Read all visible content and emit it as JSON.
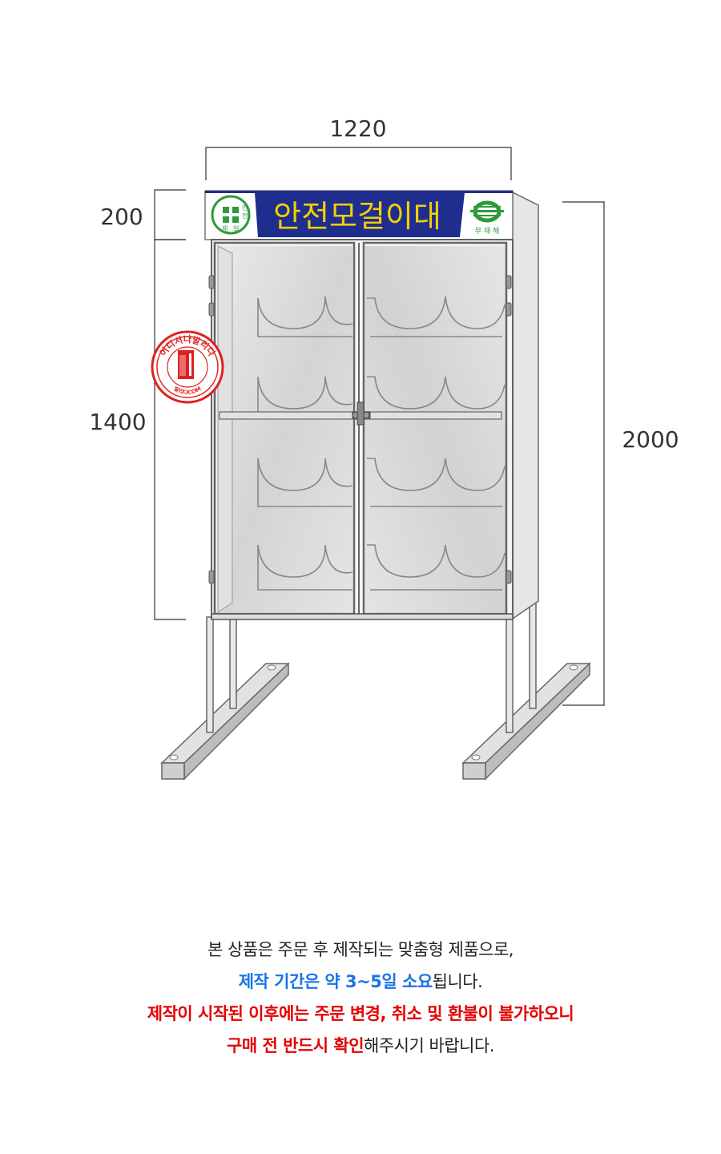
{
  "dimensions": {
    "width": "1220",
    "sign_height": "200",
    "cabinet_height": "1400",
    "total_height": "2000"
  },
  "sign": {
    "title": "안전모걸이대",
    "left_logo": [
      "안",
      "전",
      "제",
      "일"
    ],
    "right_logo_text": "무 재 해",
    "colors": {
      "banner": "#1f2d8f",
      "title": "#f2d000",
      "green": "#2e9a3a"
    }
  },
  "stamp": {
    "top_text": "어디서나발리다",
    "bottom_text": "발리다COM",
    "colors": {
      "red": "#e02020"
    }
  },
  "notice": {
    "line1": "본 상품은 주문 후 제작되는 맞춤형 제품으로,",
    "line2_highlight": "제작 기간은 약 3~5일 소요",
    "line2_rest": "됩니다.",
    "line3": "제작이 시작된 이후에는 주문 변경, 취소 및 환불이 불가하오니",
    "line4_highlight": "구매 전 반드시 확인",
    "line4_rest": "해주시기 바랍니다.",
    "colors": {
      "blue": "#1a73e8",
      "red": "#e50000"
    }
  }
}
